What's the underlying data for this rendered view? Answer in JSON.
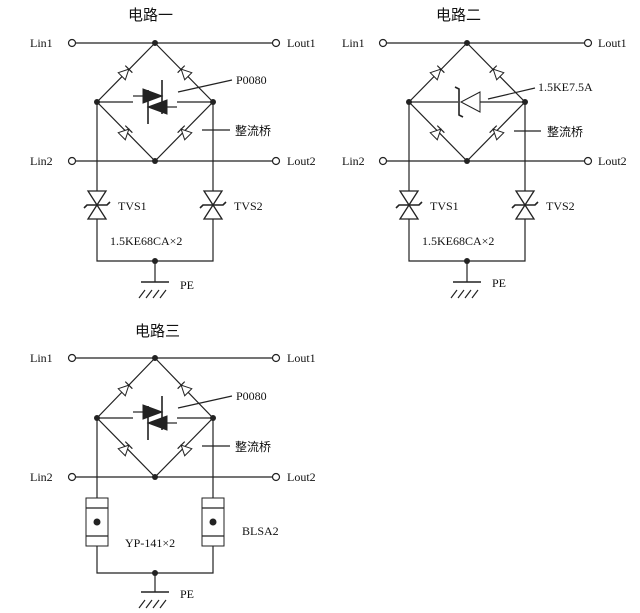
{
  "circuit1": {
    "title": "电路一",
    "lin1": "Lin1",
    "lin2": "Lin2",
    "lout1": "Lout1",
    "lout2": "Lout2",
    "thyristor": "P0080",
    "bridge": "整流桥",
    "tvs1": "TVS1",
    "tvs2": "TVS2",
    "tvs_part": "1.5KE68CA×2",
    "ground": "PE"
  },
  "circuit2": {
    "title": "电路二",
    "lin1": "Lin1",
    "lin2": "Lin2",
    "lout1": "Lout1",
    "lout2": "Lout2",
    "zener": "1.5KE7.5A",
    "bridge": "整流桥",
    "tvs1": "TVS1",
    "tvs2": "TVS2",
    "tvs_part": "1.5KE68CA×2",
    "ground": "PE"
  },
  "circuit3": {
    "title": "电路三",
    "lin1": "Lin1",
    "lin2": "Lin2",
    "lout1": "Lout1",
    "lout2": "Lout2",
    "thyristor": "P0080",
    "bridge": "整流桥",
    "arrester_part": "YP-141×2",
    "arrester2": "BLSA2",
    "ground": "PE"
  }
}
